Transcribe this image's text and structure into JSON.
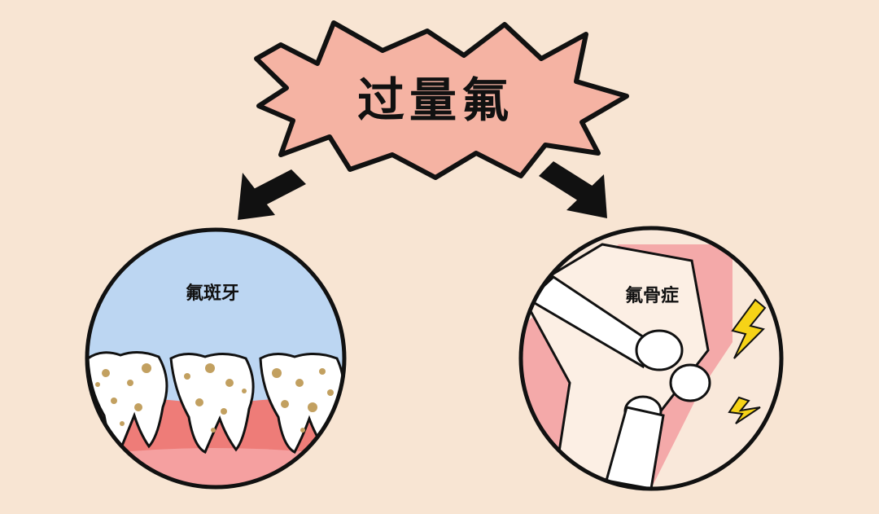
{
  "title": "过量氟",
  "left_panel": {
    "label": "氟斑牙"
  },
  "right_panel": {
    "label": "氟骨症"
  },
  "colors": {
    "background": "#f8e5d3",
    "burst": "#f5b3a3",
    "sky": "#bcd6f2",
    "gum": "#ee7c78",
    "tooth": "#ffffff",
    "stain": "#c2a060",
    "skin": "#f4a9a9",
    "bone": "#ffffff",
    "lightning": "#f6d317"
  },
  "icons": [
    "burst-shape",
    "arrow-down-left-icon",
    "arrow-down-right-icon",
    "tooth-icon",
    "bone-icon",
    "lightning-icon"
  ]
}
